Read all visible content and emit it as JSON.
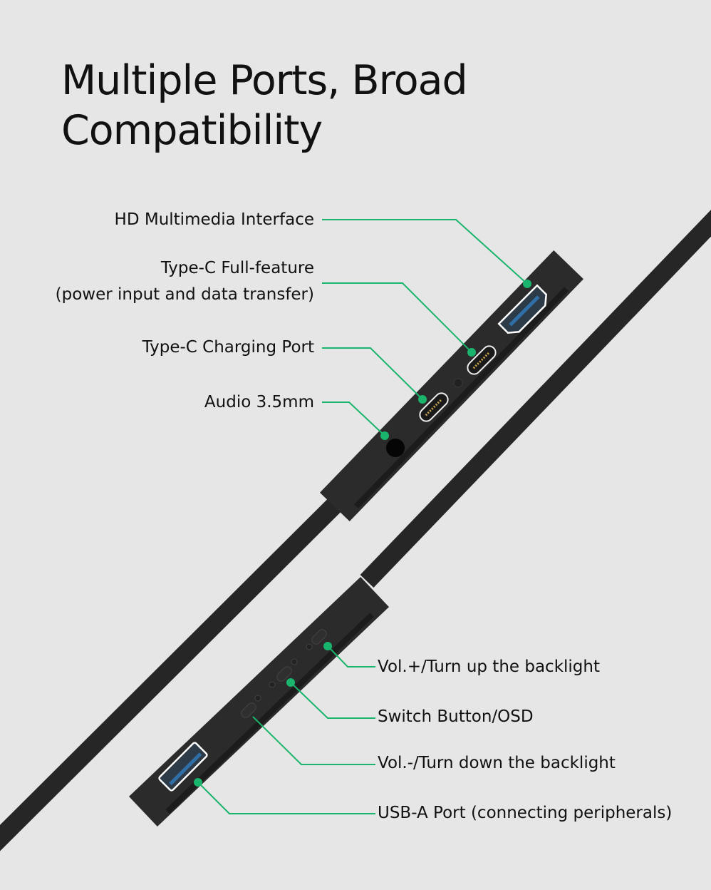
{
  "title": {
    "line1": "Multiple Ports, Broad",
    "line2": "Compatibility"
  },
  "colors": {
    "background": "#e6e6e6",
    "accent": "#1ab56c",
    "device": "#2a2a2a",
    "port_blue": "#2f6fa8"
  },
  "top_labels": [
    {
      "text": "HD Multimedia Interface"
    },
    {
      "text": "Type-C Full-feature",
      "sub": "(power input and data transfer)"
    },
    {
      "text": "Type-C Charging Port"
    },
    {
      "text": "Audio 3.5mm"
    }
  ],
  "bottom_labels": [
    {
      "text": "Vol.+/Turn up the backlight"
    },
    {
      "text": "Switch Button/OSD"
    },
    {
      "text": "Vol.-/Turn down the backlight"
    },
    {
      "text": "USB-A Port (connecting peripherals)"
    }
  ]
}
